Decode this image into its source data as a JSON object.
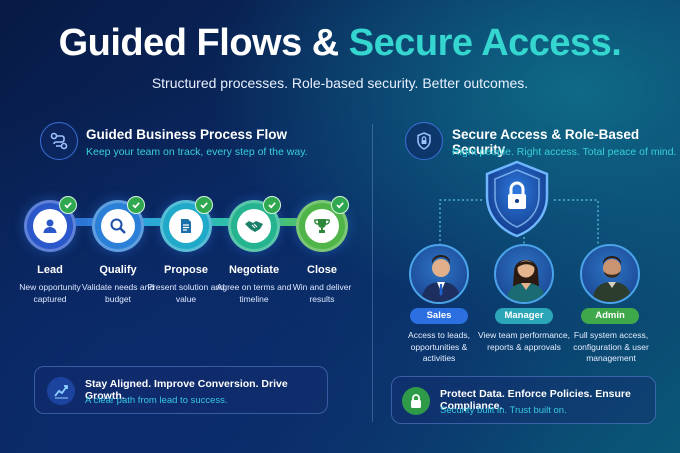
{
  "header": {
    "title_main": "Guided Flows & ",
    "title_accent": "Secure Access.",
    "subtitle": "Structured processes. Role-based security. Better outcomes."
  },
  "left": {
    "title": "Guided Business Process Flow",
    "subtitle": "Keep your team on track, every step of the way.",
    "steps": [
      {
        "label": "Lead",
        "desc": "New opportunity captured",
        "icon": "person-icon",
        "color": "#2a57c9"
      },
      {
        "label": "Qualify",
        "desc": "Validate needs and budget",
        "icon": "magnifier-icon",
        "color": "#2a7fd6"
      },
      {
        "label": "Propose",
        "desc": "Present solution and value",
        "icon": "document-icon",
        "color": "#21a9c9"
      },
      {
        "label": "Negotiate",
        "desc": "Agree on terms and timeline",
        "icon": "handshake-icon",
        "color": "#25b48f"
      },
      {
        "label": "Close",
        "desc": "Win and deliver results",
        "icon": "trophy-icon",
        "color": "#4fb548"
      }
    ],
    "card": {
      "title": "Stay Aligned. Improve Conversion. Drive Growth.",
      "subtitle": "A clear path from lead to success."
    }
  },
  "right": {
    "title": "Secure Access & Role-Based Security",
    "subtitle": "Right people. Right access. Total peace of mind.",
    "roles": [
      {
        "label": "Sales",
        "desc": "Access to leads, opportunities & activities",
        "color": "#2c6fe0"
      },
      {
        "label": "Manager",
        "desc": "View team performance, reports & approvals",
        "color": "#2aa6b8"
      },
      {
        "label": "Admin",
        "desc": "Full system access, configuration & user management",
        "color": "#3fa84a"
      }
    ],
    "card": {
      "title": "Protect Data. Enforce Policies. Ensure Compliance.",
      "subtitle": "Security built in. Trust built on."
    }
  },
  "colors": {
    "accent": "#35d6cf",
    "check": "#2fa84f"
  }
}
